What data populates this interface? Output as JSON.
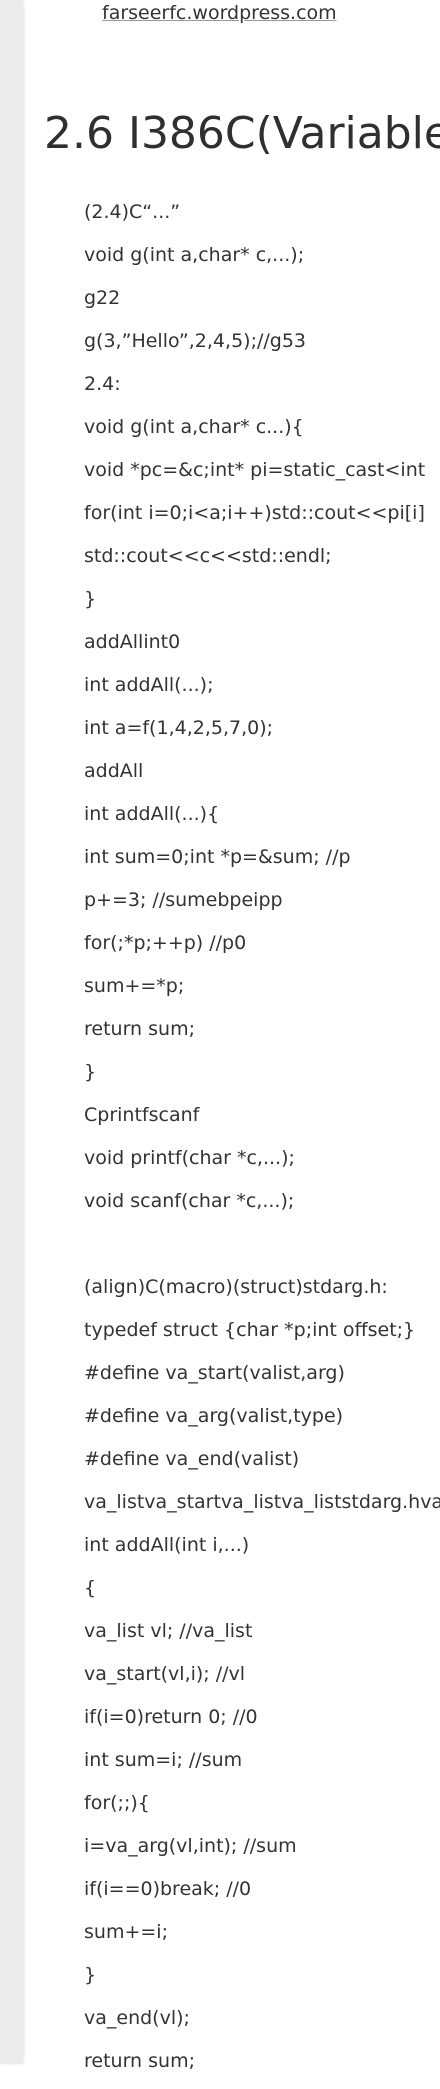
{
  "site": {
    "link": "farseerfc.wordpress.com"
  },
  "article": {
    "heading": "2.6 I386C(Variable",
    "lines": [
      "(2.4)C“...”",
      "void g(int a,char* c,...);",
      "g22",
      "g(3,”Hello”,2,4,5);//g53",
      "2.4:",
      "void g(int a,char* c...){",
      "void *pc=&c;int* pi=static_cast<int",
      "for(int i=0;i<a;i++)std::cout<<pi[i]",
      "std::cout<<c<<std::endl;",
      "}",
      "addAllint0",
      "int addAll(...);",
      "int a=f(1,4,2,5,7,0);",
      "addAll",
      "int addAll(...){",
      "int sum=0;int *p=&sum; //p",
      "p+=3; //sumebpeipp",
      "for(;*p;++p) //p0",
      "sum+=*p;",
      "return sum;",
      "}",
      "Cprintfscanf",
      "void printf(char *c,...);",
      "void scanf(char *c,...);",
      "",
      "(align)C(macro)(struct)stdarg.h:",
      "typedef struct {char *p;int offset;}",
      "#define va_start(valist,arg)",
      "#define va_arg(valist,type)",
      "#define va_end(valist)",
      "va_listva_startva_listva_liststdarg.hva",
      "int addAll(int i,...)",
      "{",
      "va_list vl; //va_list",
      "va_start(vl,i); //vl",
      "if(i=0)return 0; //0",
      "int sum=i; //sum",
      "for(;;){",
      "i=va_arg(vl,int); //sum",
      "if(i==0)break; //0",
      "sum+=i;",
      "}",
      "va_end(vl);",
      "return sum;"
    ]
  }
}
